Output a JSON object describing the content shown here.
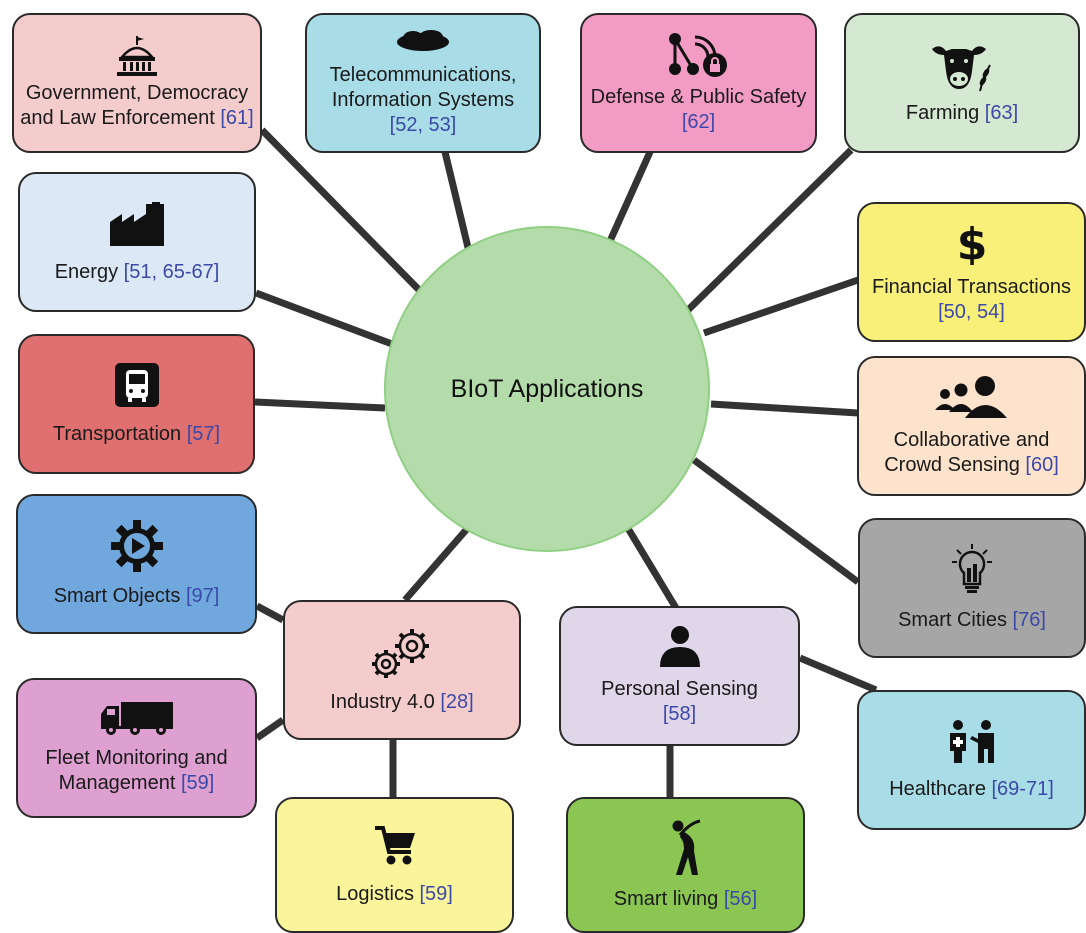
{
  "center": {
    "label": "BIoT Applications"
  },
  "nodes": {
    "government": {
      "text": "Government, Democracy and  Law Enforcement",
      "ref": "[61]",
      "color": "#f5cccc",
      "icon": "capitol-building-icon"
    },
    "telecom": {
      "text": "Telecommunications, Information Systems",
      "ref": "[52, 53]",
      "color": "#a8dde8",
      "icon": "cloud-icon"
    },
    "defense": {
      "text": "Defense & Public Safety",
      "ref": "[62]",
      "color": "#f29bc4",
      "icon": "secure-network-icon"
    },
    "farming": {
      "text": "Farming",
      "ref": "[63]",
      "color": "#d5e8d2",
      "icon": "cow-wheat-icon"
    },
    "energy": {
      "text": "Energy",
      "ref": "[51, 65-67]",
      "color": "#dce8f5",
      "icon": "factory-icon"
    },
    "financial": {
      "text": "Financial Transactions",
      "ref": "[50, 54]",
      "color": "#f9f07a",
      "icon": "dollar-icon"
    },
    "transportation": {
      "text": "Transportation",
      "ref": "[57]",
      "color": "#e07070",
      "icon": "bus-icon"
    },
    "collaborative": {
      "text": "Collaborative and Crowd Sensing",
      "ref": "[60]",
      "color": "#fde3cc",
      "icon": "people-group-icon"
    },
    "smart_objects": {
      "text": "Smart Objects",
      "ref": "[97]",
      "color": "#70a8dd",
      "icon": "gear-play-icon"
    },
    "smart_cities": {
      "text": "Smart Cities",
      "ref": "[76]",
      "color": "#a6a6a6",
      "icon": "lightbulb-city-icon"
    },
    "industry": {
      "text": "Industry 4.0",
      "ref": "[28]",
      "color": "#f5cccc",
      "icon": "gears-icon"
    },
    "personal": {
      "text": "Personal Sensing",
      "ref": "[58]",
      "color": "#e0d6ea",
      "icon": "person-icon"
    },
    "fleet": {
      "text": "Fleet Monitoring and Management",
      "ref": "[59]",
      "color": "#dea0d0",
      "icon": "truck-icon"
    },
    "healthcare": {
      "text": "Healthcare",
      "ref": "[69-71]",
      "color": "#a8dde8",
      "icon": "doctor-patient-icon"
    },
    "logistics": {
      "text": "Logistics",
      "ref": "[59]",
      "color": "#faf59a",
      "icon": "shopping-cart-icon"
    },
    "smart_living": {
      "text": "Smart living",
      "ref": "[56]",
      "color": "#8bc653",
      "icon": "stretching-person-icon"
    }
  }
}
